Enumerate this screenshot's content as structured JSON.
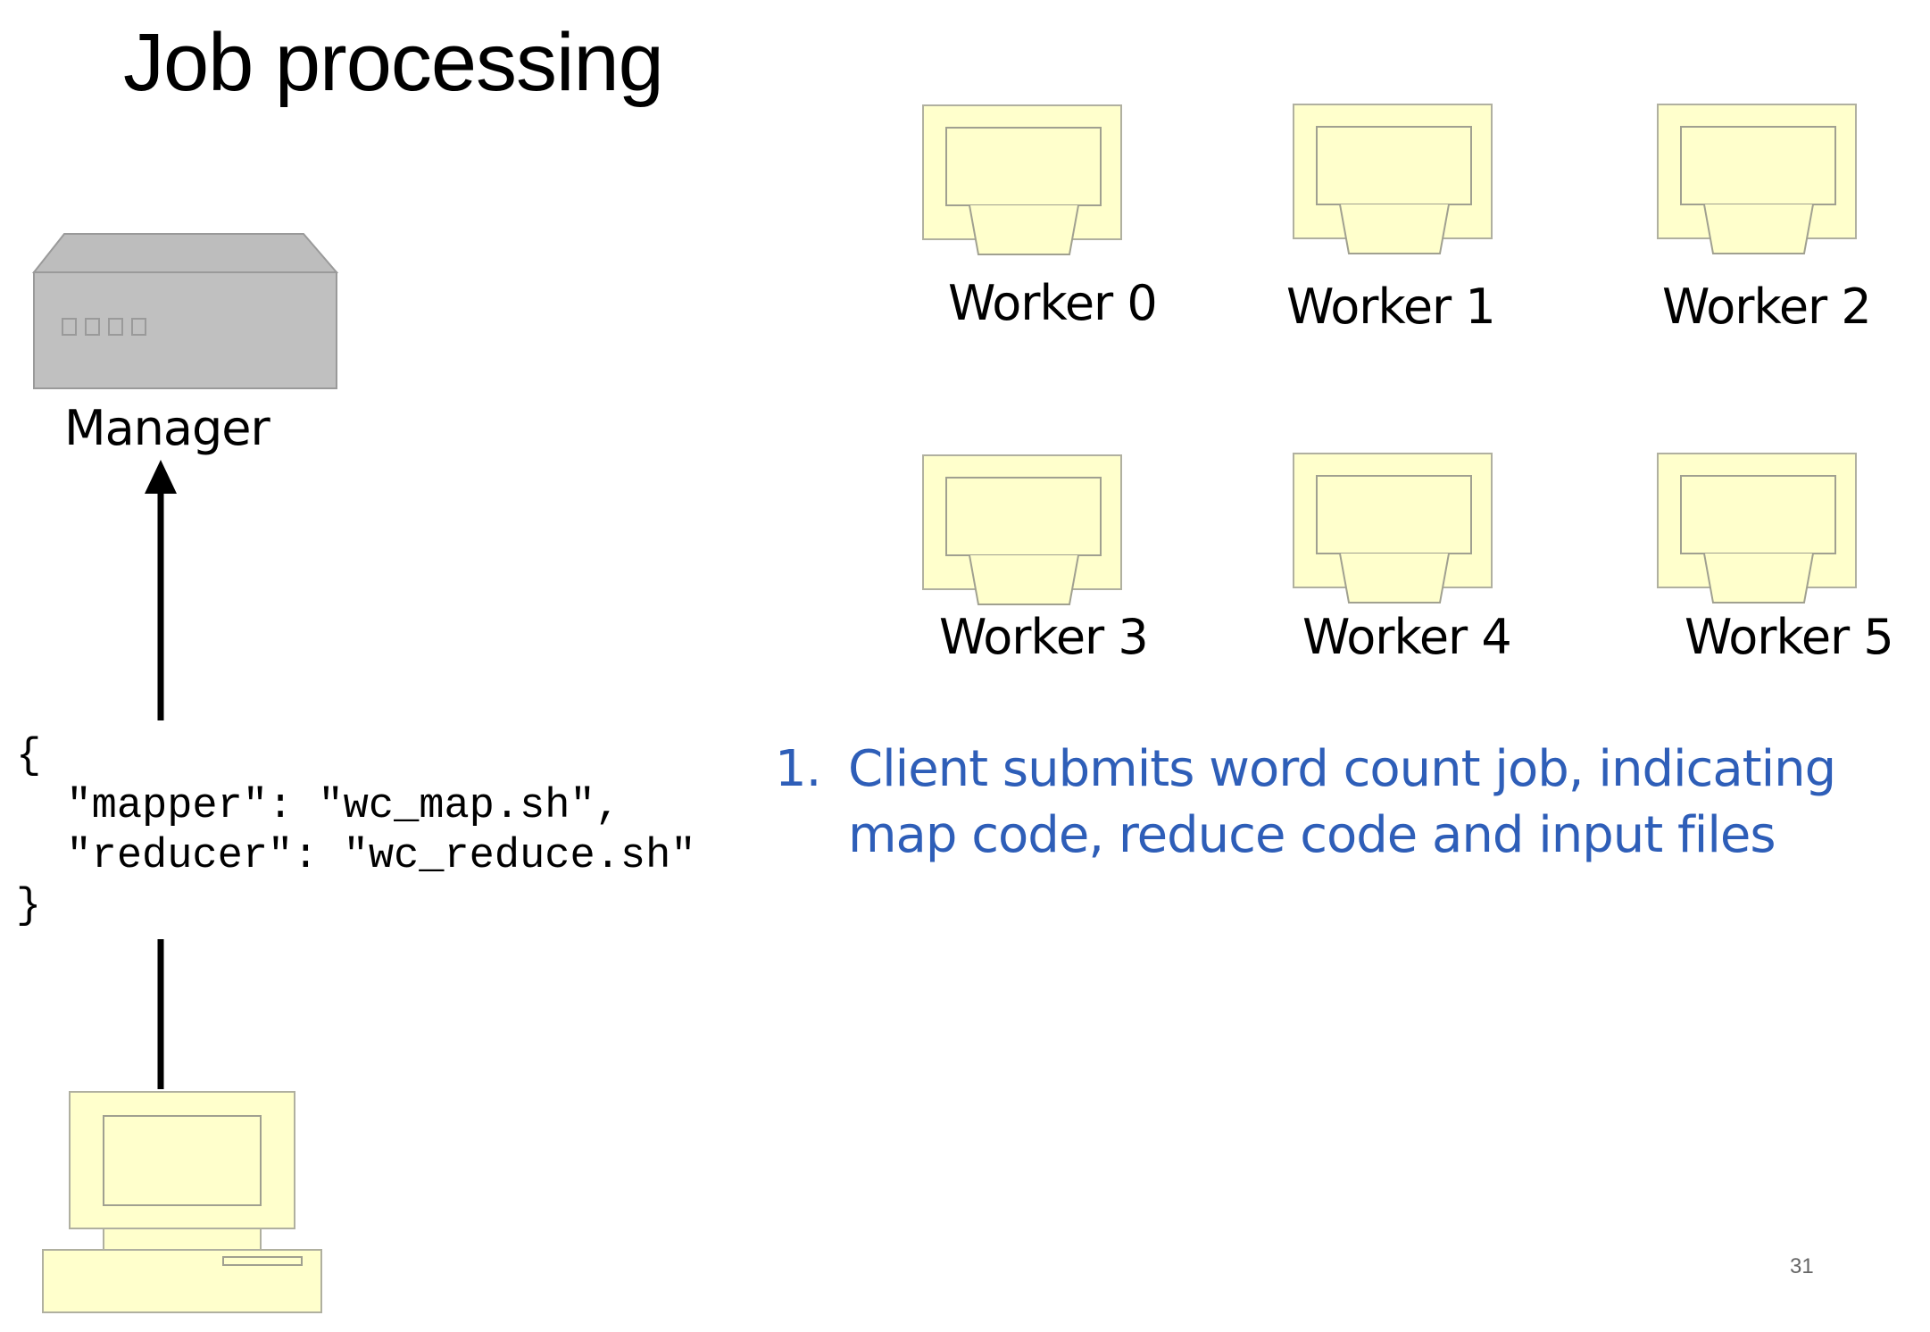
{
  "slide": {
    "title": "Job processing",
    "page_number": "31"
  },
  "manager": {
    "label": "Manager"
  },
  "workers": [
    {
      "label": "Worker 0"
    },
    {
      "label": "Worker 1"
    },
    {
      "label": "Worker 2"
    },
    {
      "label": "Worker 3"
    },
    {
      "label": "Worker 4"
    },
    {
      "label": "Worker 5"
    }
  ],
  "job_spec": {
    "code": "{\n  \"mapper\": \"wc_map.sh\",\n  \"reducer\": \"wc_reduce.sh\"\n}"
  },
  "steps": [
    {
      "number": "1.",
      "text": "Client submits word count job, indicating map code, reduce code and input files"
    }
  ],
  "colors": {
    "worker_fill": "#FFFFCC",
    "worker_stroke": "#999999",
    "manager_fill": "#BFBFBF",
    "step_text": "#2E5EB8"
  }
}
